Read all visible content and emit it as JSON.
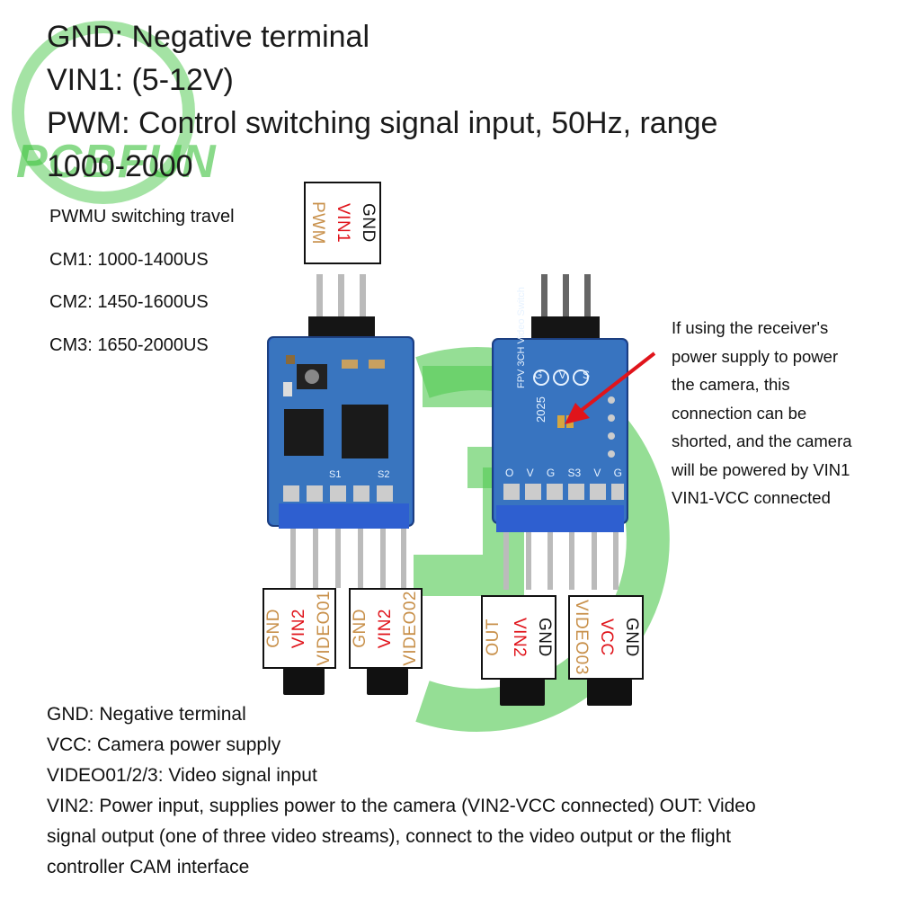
{
  "header": {
    "line1": "GND: Negative terminal",
    "line2": "VIN1: (5-12V)",
    "line3": "PWM: Control switching signal input, 50Hz, range",
    "line4": "1000-2000"
  },
  "watermark": {
    "text": "PCBFUN",
    "color": "#3cc23c"
  },
  "pwm_travel": {
    "title": "PWMU switching travel",
    "cm1": "CM1: 1000-1400US",
    "cm2": "CM2: 1450-1600US",
    "cm3": "CM3: 1650-2000US"
  },
  "top_connector": {
    "gnd": "GND",
    "vin1": "VIN1",
    "pwm": "PWM"
  },
  "board_right_silk": {
    "title": "FPV 3CH Video Switch",
    "year": "2025",
    "pads": [
      "G",
      "V",
      "S"
    ],
    "bottom_pins": [
      "O",
      "V",
      "G",
      "S3",
      "V",
      "G"
    ]
  },
  "board_left_silk": {
    "s1": "S1",
    "s2": "S2"
  },
  "connectors": [
    {
      "labels": [
        "GND",
        "VIN2",
        "VIDEO01"
      ]
    },
    {
      "labels": [
        "GND",
        "VIN2",
        "VIDEO02"
      ]
    },
    {
      "labels": [
        "OUT",
        "VIN2",
        "GND"
      ]
    },
    {
      "labels": [
        "VIDEO03",
        "VCC",
        "GND"
      ]
    }
  ],
  "note": {
    "line1": "If using the receiver's",
    "line2": "power supply to power",
    "line3": "the camera, this",
    "line4": "connection can be",
    "line5": "shorted, and the camera",
    "line6": "will be powered by VIN1",
    "line7": "VIN1-VCC connected"
  },
  "footer": {
    "line1": "GND: Negative terminal",
    "line2": "VCC: Camera power supply",
    "line3": "VIDEO01/2/3: Video signal input",
    "line4": "VIN2: Power input, supplies power to the camera (VIN2-VCC connected) OUT: Video",
    "line5": "signal output (one of three video streams), connect to the video output or the flight",
    "line6": "controller CAM interface"
  },
  "colors": {
    "board_blue": "#2f67c8",
    "board_green_tint": "#5fa8a0",
    "arrow_red": "#e0141b",
    "label_red": "#e0141b",
    "label_tan": "#c8904a"
  }
}
